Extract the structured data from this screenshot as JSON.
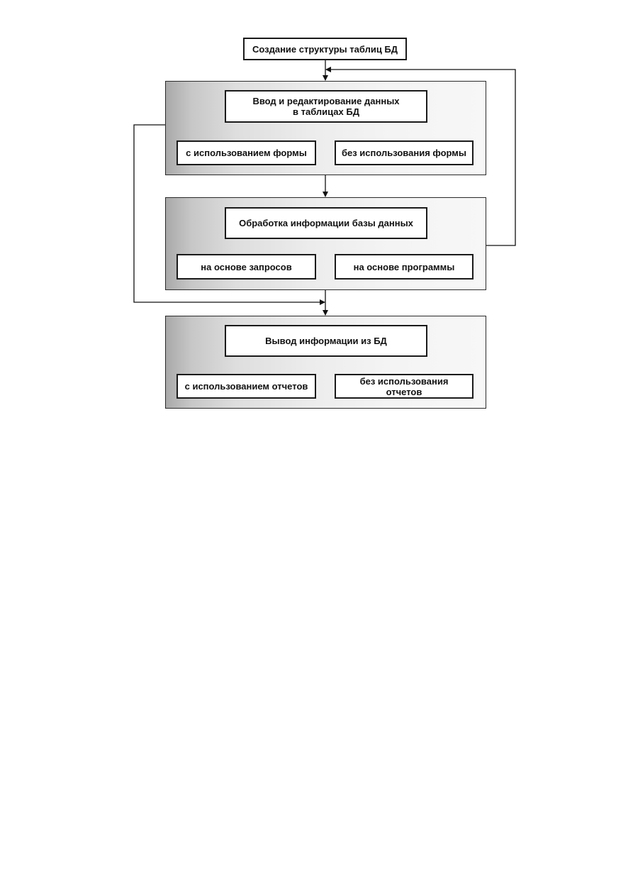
{
  "diagram": {
    "top_box": "Создание структуры таблиц БД",
    "groups": [
      {
        "title": "Ввод и редактирование данных\nв таблицах БД",
        "left": "с использованием формы",
        "right": "без использования формы"
      },
      {
        "title": "Обработка информации базы данных",
        "left": "на основе запросов",
        "right": "на основе программы"
      },
      {
        "title": "Вывод информации из БД",
        "left": "с использованием отчетов",
        "right": "без использования\nотчетов"
      }
    ]
  }
}
